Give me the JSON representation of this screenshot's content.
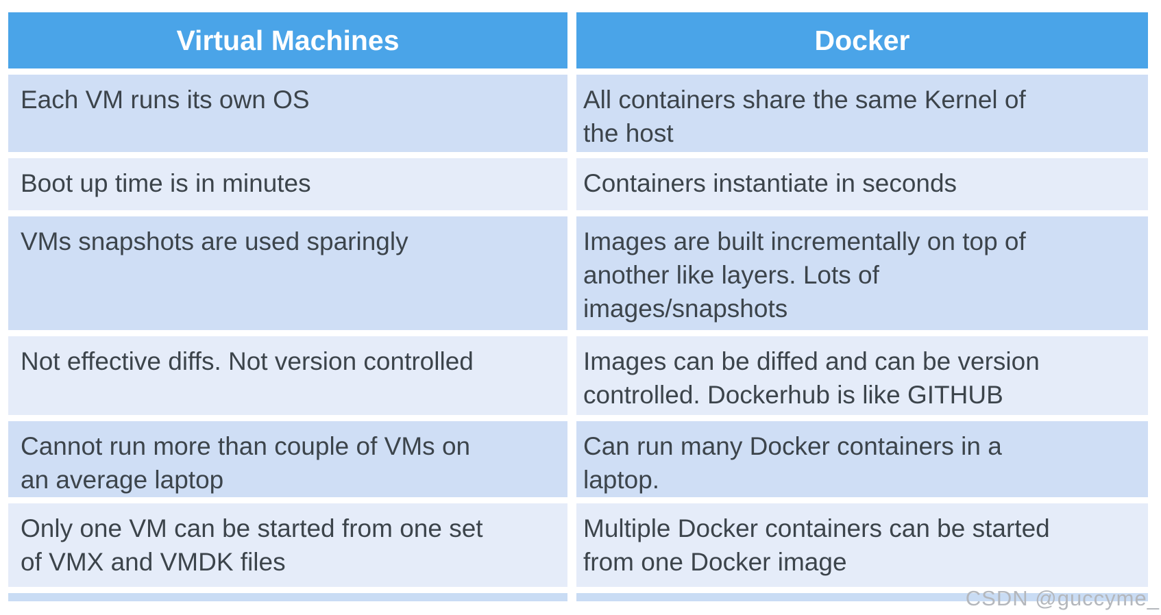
{
  "table": {
    "headers": [
      "Virtual Machines",
      "Docker"
    ],
    "rows": [
      {
        "vm": "Each VM runs its own OS",
        "docker": "All containers share the same Kernel of\nthe host"
      },
      {
        "vm": "Boot up time is in minutes",
        "docker": "Containers instantiate in seconds"
      },
      {
        "vm": "VMs snapshots are used sparingly",
        "docker": "Images are built incrementally on top of\nanother like layers. Lots of\nimages/snapshots"
      },
      {
        "vm": "Not effective diffs. Not version controlled",
        "docker": "Images can be diffed and can be version\ncontrolled. Dockerhub is like GITHUB"
      },
      {
        "vm": "Cannot run more than couple of VMs on\nan average laptop",
        "docker": "Can run many Docker containers in a\nlaptop."
      },
      {
        "vm": "Only one VM can be started from one set\nof VMX and VMDK files",
        "docker": "Multiple Docker containers can be started\nfrom one Docker image"
      }
    ]
  },
  "watermark": {
    "text": "CSDN @guccyme_"
  },
  "theme": {
    "header_bg": "#4aa4e8",
    "row_dark": "#cfdef5",
    "row_light": "#e5ecf9",
    "partial_row_bg": "#c9dcf4",
    "header_text": "#ffffff",
    "body_text": "#3c444b",
    "watermark_text": "#b4b7bc",
    "page_bg": "#ffffff"
  }
}
